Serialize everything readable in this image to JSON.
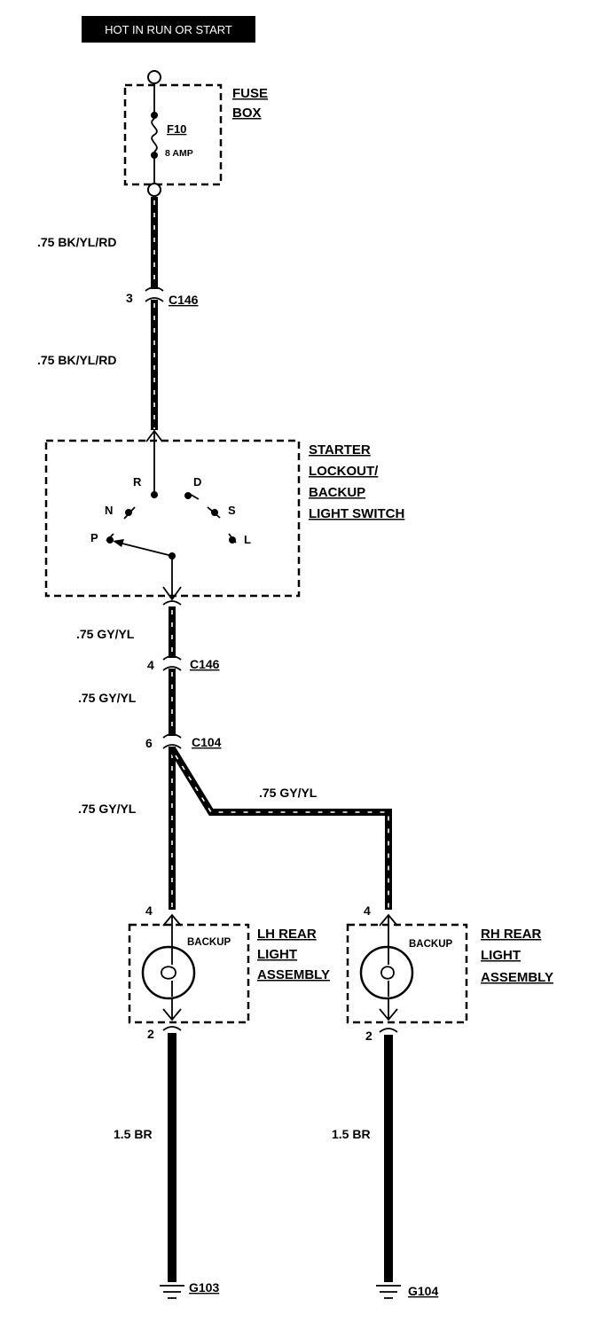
{
  "banner": "HOT IN RUN OR START",
  "fuse_box": {
    "label_line1": "FUSE",
    "label_line2": "BOX",
    "fuse_name": "F10",
    "fuse_rating": "8 AMP"
  },
  "wires": {
    "w1": ".75 BK/YL/RD",
    "w2": ".75 BK/YL/RD",
    "w3": ".75 GY/YL",
    "w4": ".75 GY/YL",
    "w5": ".75 GY/YL",
    "w6": ".75 GY/YL",
    "ground_lh": "1.5 BR",
    "ground_rh": "1.5 BR"
  },
  "connectors": {
    "c146_a": {
      "pin": "3",
      "name": "C146"
    },
    "c146_b": {
      "pin": "4",
      "name": "C146"
    },
    "c104": {
      "pin": "6",
      "name": "C104"
    }
  },
  "switch": {
    "label_line1": "STARTER",
    "label_line2": "LOCKOUT/",
    "label_line3": "BACKUP",
    "label_line4": "LIGHT SWITCH",
    "positions": [
      "R",
      "D",
      "N",
      "S",
      "P",
      "L"
    ]
  },
  "lh_assembly": {
    "label_line1": "LH REAR",
    "label_line2": "LIGHT",
    "label_line3": "ASSEMBLY",
    "bulb": "BACKUP",
    "pin_in": "4",
    "pin_out": "2"
  },
  "rh_assembly": {
    "label_line1": "RH REAR",
    "label_line2": "LIGHT",
    "label_line3": "ASSEMBLY",
    "bulb": "BACKUP",
    "pin_in": "4",
    "pin_out": "2"
  },
  "grounds": {
    "lh": "G103",
    "rh": "G104"
  }
}
